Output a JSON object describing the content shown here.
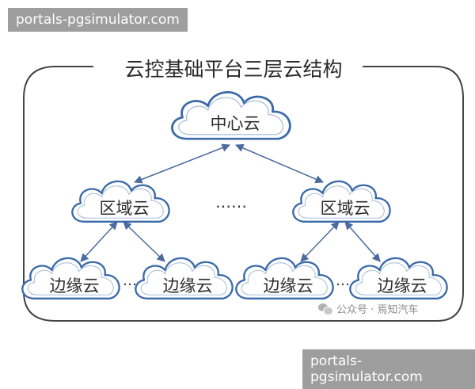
{
  "title": "云控基础平台三层云结构",
  "clouds": {
    "center": "中心云",
    "region_left": "区域云",
    "region_right": "区域云",
    "edge_1": "边缘云",
    "edge_2": "边缘云",
    "edge_3": "边缘云",
    "edge_4": "边缘云"
  },
  "ellipsis_middle": "……",
  "ellipsis_left": "…",
  "ellipsis_right": "…",
  "wechat_credit": "公众号 · 焉知汽车",
  "watermarks": {
    "top": "portals-pgsimulator.com",
    "bottom": "portals-pgsimulator.com"
  },
  "colors": {
    "cloud_stroke": "#3a6aa8",
    "cloud_fill": "#ffffff",
    "arrow": "#4a6aa0",
    "frame": "#444444"
  }
}
